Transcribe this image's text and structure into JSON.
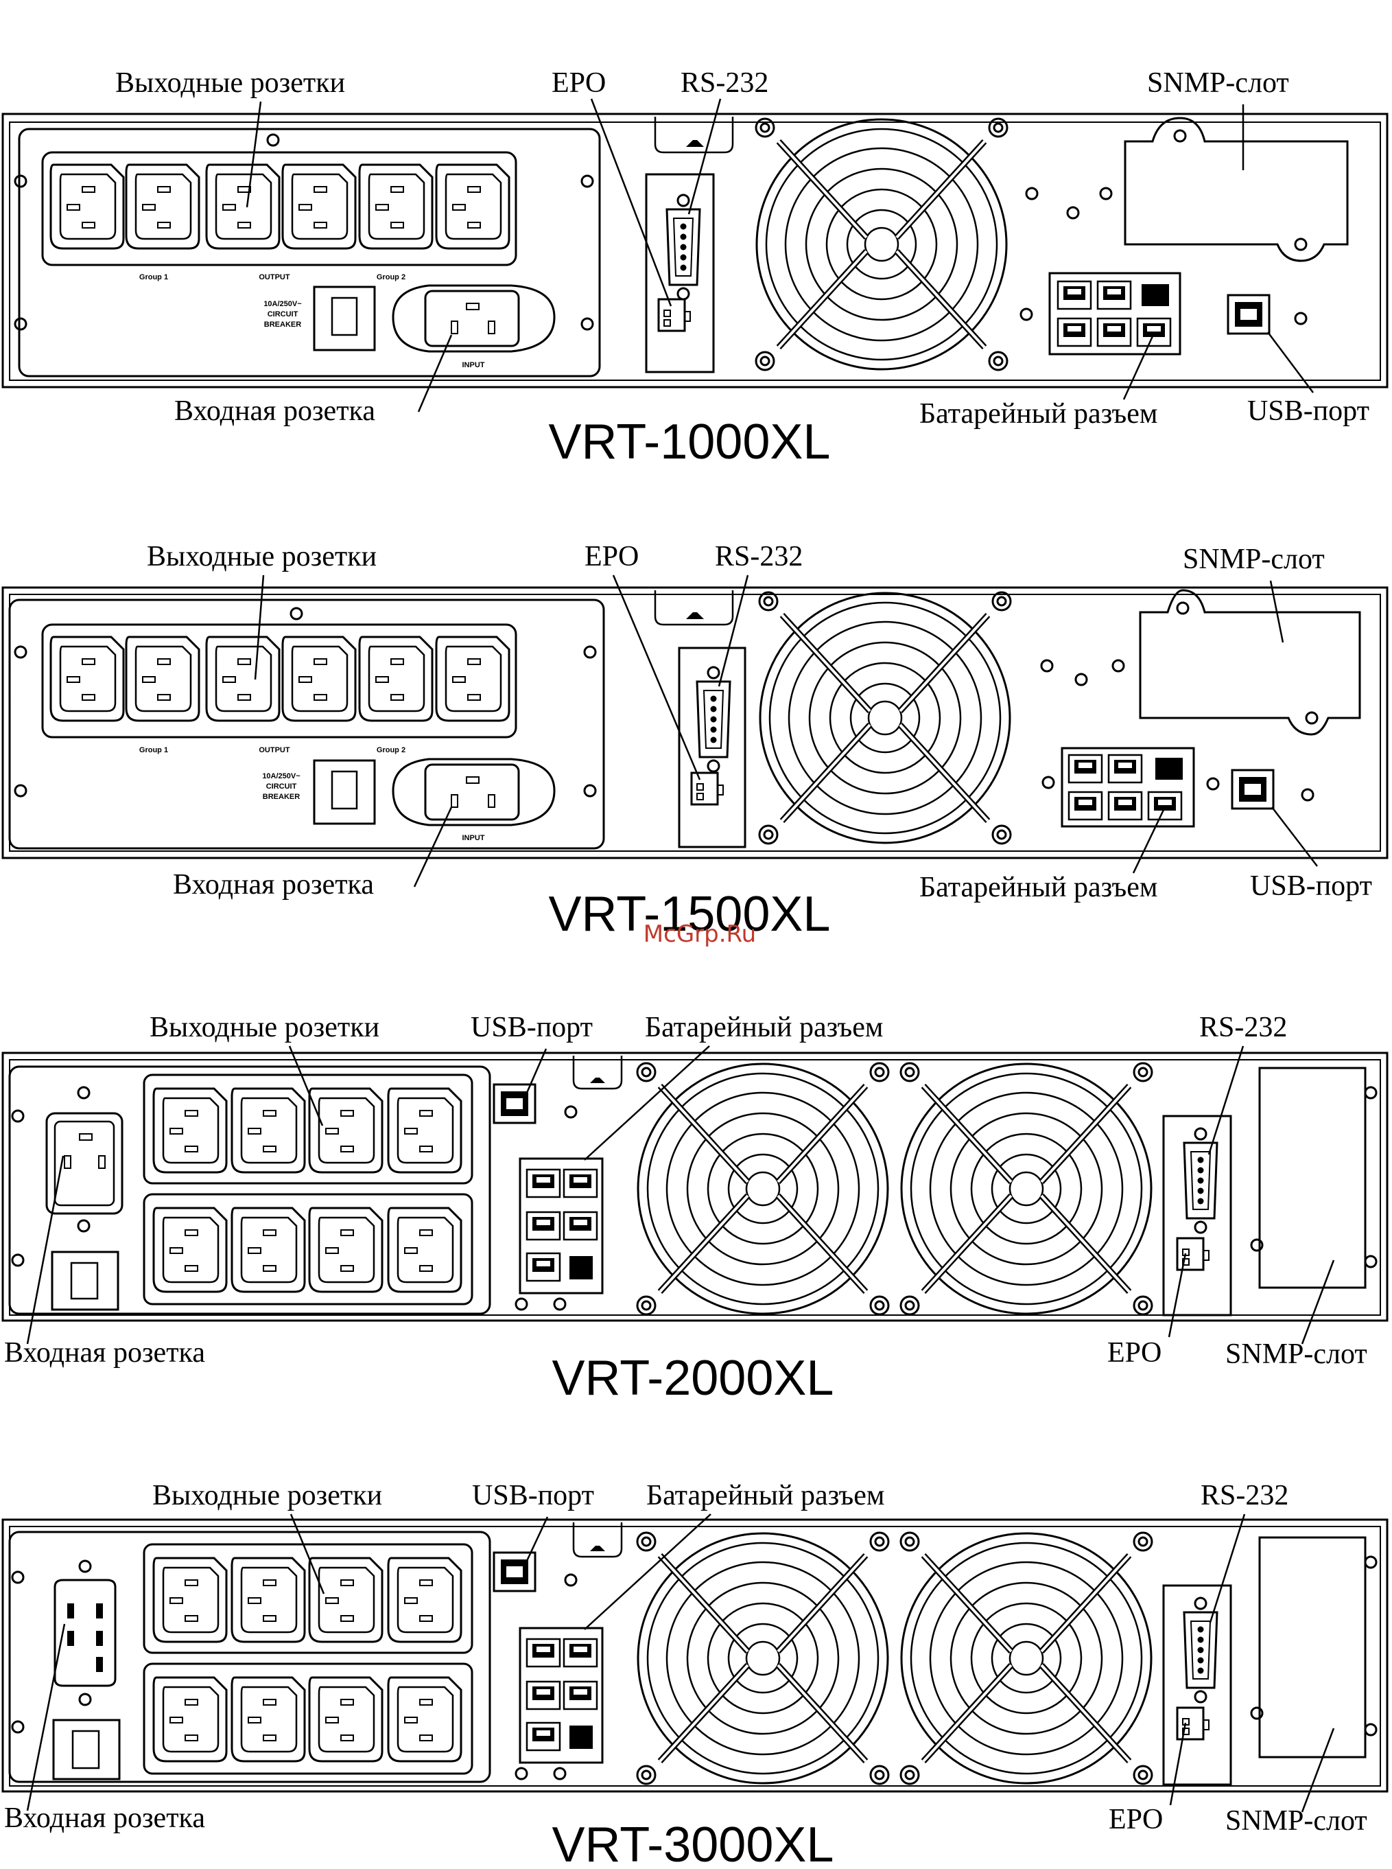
{
  "watermark": "McGrp.Ru",
  "labels": {
    "outputs": "Выходные розетки",
    "input": "Входная розетка",
    "epo": "EPO",
    "rs232": "RS-232",
    "snmp": "SNMP-слот",
    "usb": "USB-порт",
    "battery": "Батарейный разъем"
  },
  "panel_text": {
    "group1": "Group 1",
    "output": "OUTPUT",
    "group2": "Group 2",
    "breaker_l1": "10A/250V~",
    "breaker_l2": "CIRCUIT",
    "breaker_l3": "BREAKER",
    "input_mark": "INPUT"
  },
  "models": [
    "VRT-1000XL",
    "VRT-1500XL",
    "VRT-2000XL",
    "VRT-3000XL"
  ]
}
